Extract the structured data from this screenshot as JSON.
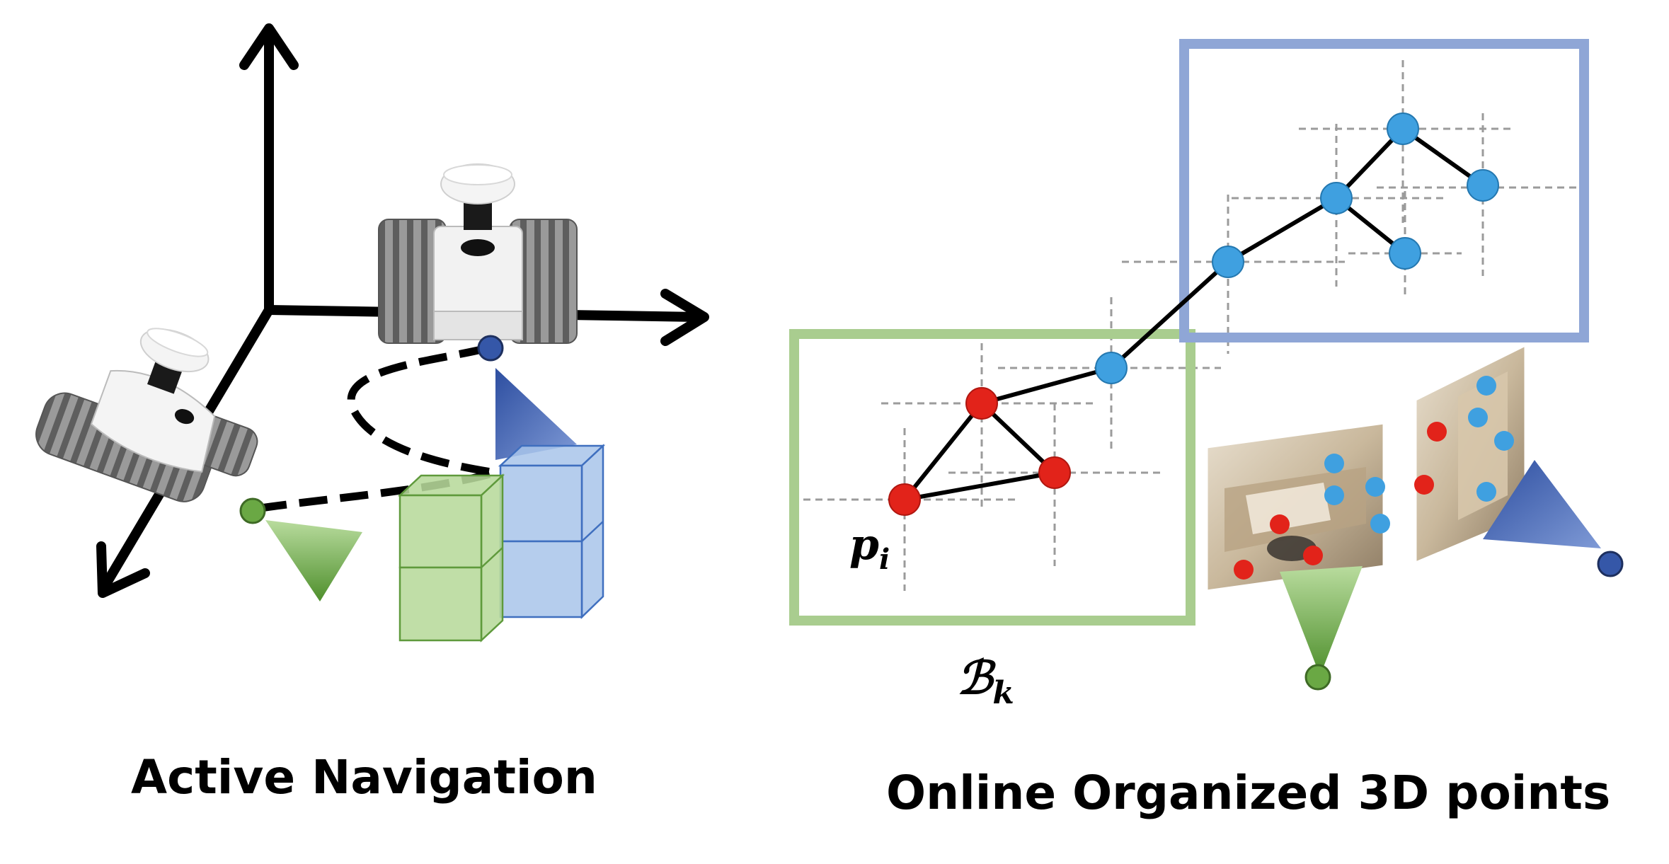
{
  "captions": {
    "left": "Active Navigation",
    "right": "Online Organized 3D points"
  },
  "math_labels": {
    "point": "p",
    "point_sub": "i",
    "block": "ℬ",
    "block_sub": "k"
  },
  "colors": {
    "green_box": "#a9cd8f",
    "blue_box": "#8fa6d6",
    "red_point": "#e2231a",
    "blue_point": "#3fa0e0",
    "green_camera": "#6aa844",
    "blue_camera": "#3557a8",
    "grid_dash": "#9b9b9b"
  },
  "icons": {
    "robot_far": "tracked-robot-icon",
    "robot_near": "tracked-robot-icon",
    "green_camera": "camera-frustum-icon",
    "blue_camera": "camera-frustum-icon"
  }
}
